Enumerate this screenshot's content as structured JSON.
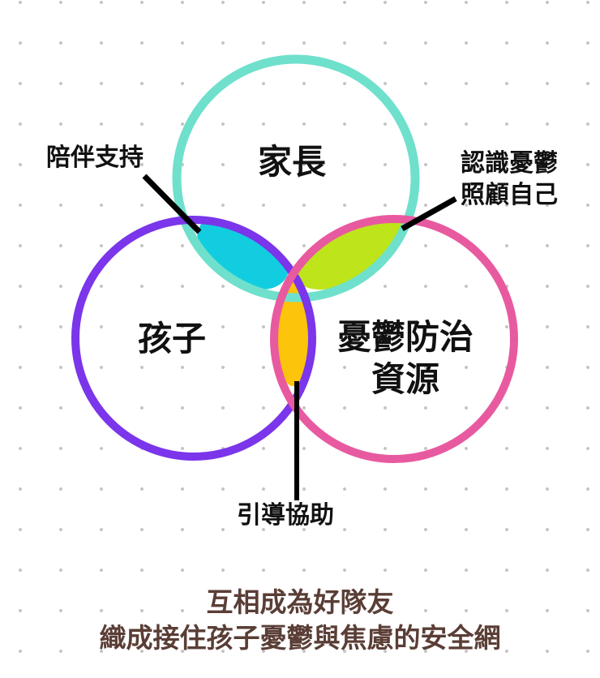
{
  "diagram": {
    "type": "venn",
    "circles": [
      {
        "id": "parents",
        "label": "家長",
        "color": "#6fe0cc"
      },
      {
        "id": "child",
        "label": "孩子",
        "color": "#7b35ea"
      },
      {
        "id": "resources",
        "label_lines": [
          "憂鬱防治",
          "資源"
        ],
        "color": "#e85aa0"
      }
    ],
    "overlaps": [
      {
        "between": [
          "parents",
          "child"
        ],
        "label": "陪伴支持",
        "fill": "#12cde0"
      },
      {
        "between": [
          "parents",
          "resources"
        ],
        "label_lines": [
          "認識憂鬱",
          "照顧自己"
        ],
        "fill": "#bde51a"
      },
      {
        "between": [
          "child",
          "resources"
        ],
        "label": "引導協助",
        "fill": "#fcc40a"
      }
    ]
  },
  "caption": {
    "line1": "互相成為好隊友",
    "line2": "織成接住孩子憂鬱與焦慮的安全網",
    "color": "#5a3e36"
  }
}
